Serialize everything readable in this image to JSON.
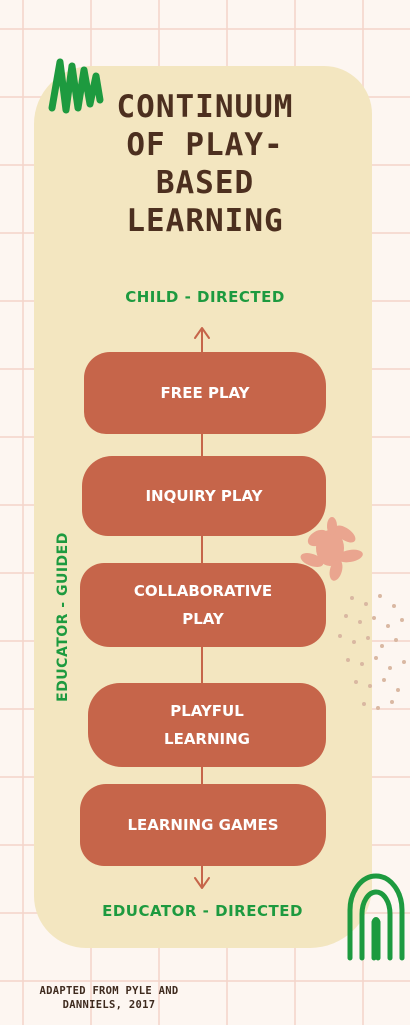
{
  "title_lines": [
    "CONTINUUM",
    "OF PLAY-",
    "BASED",
    "LEARNING"
  ],
  "axis": {
    "top_label": "CHILD - DIRECTED",
    "bottom_label": "EDUCATOR - DIRECTED",
    "side_label": "EDUCATOR - GUIDED"
  },
  "stages": [
    {
      "lines": [
        "FREE PLAY"
      ]
    },
    {
      "lines": [
        "INQUIRY PLAY"
      ]
    },
    {
      "lines": [
        "COLLABORATIVE",
        "PLAY"
      ]
    },
    {
      "lines": [
        "PLAYFUL",
        "LEARNING"
      ]
    },
    {
      "lines": [
        "LEARNING GAMES"
      ]
    }
  ],
  "credit_lines": [
    "ADAPTED FROM PYLE AND",
    "DANNIELS, 2017"
  ],
  "colors": {
    "background": "#fdf6f1",
    "grid": "#f4d6cc",
    "panel": "#f3e6c0",
    "title": "#4c2f1f",
    "accent_green": "#1d9a3f",
    "stage_fill": "#c6654a",
    "arrow": "#c6654a",
    "blob": "#eaa58f",
    "dots": "#d9b8a2"
  },
  "decorations": [
    "green-scribble-icon",
    "leaf-blob-icon",
    "dot-cluster-icon",
    "rainbow-arch-icon"
  ]
}
